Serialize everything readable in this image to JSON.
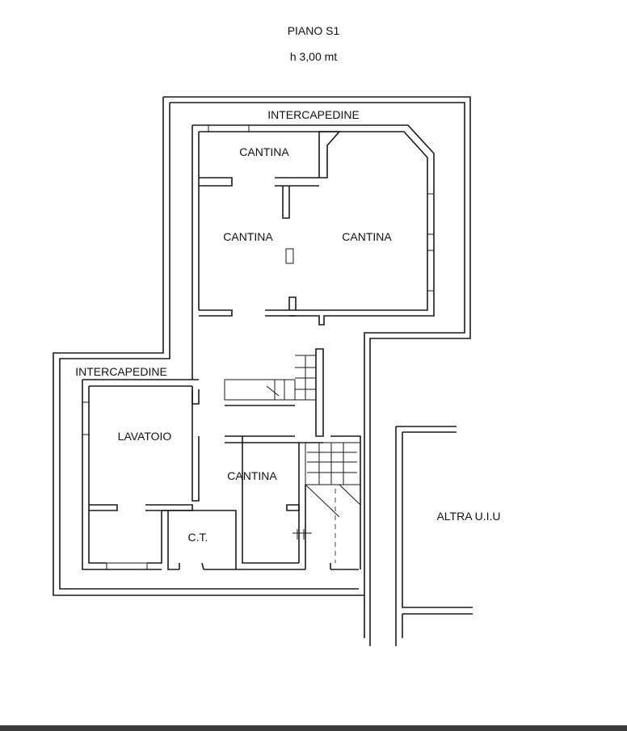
{
  "header": {
    "title": "PIANO S1",
    "subtitle": "h 3,00 mt"
  },
  "rooms": {
    "intercapedine_top": "INTERCAPEDINE",
    "intercapedine_left": "INTERCAPEDINE",
    "cantina_top": "CANTINA",
    "cantina_mid_left": "CANTINA",
    "cantina_mid_right": "CANTINA",
    "lavatoio": "LAVATOIO",
    "cantina_bottom": "CANTINA",
    "ct": "C.T.",
    "altra_uiu": "ALTRA U.I.U"
  }
}
